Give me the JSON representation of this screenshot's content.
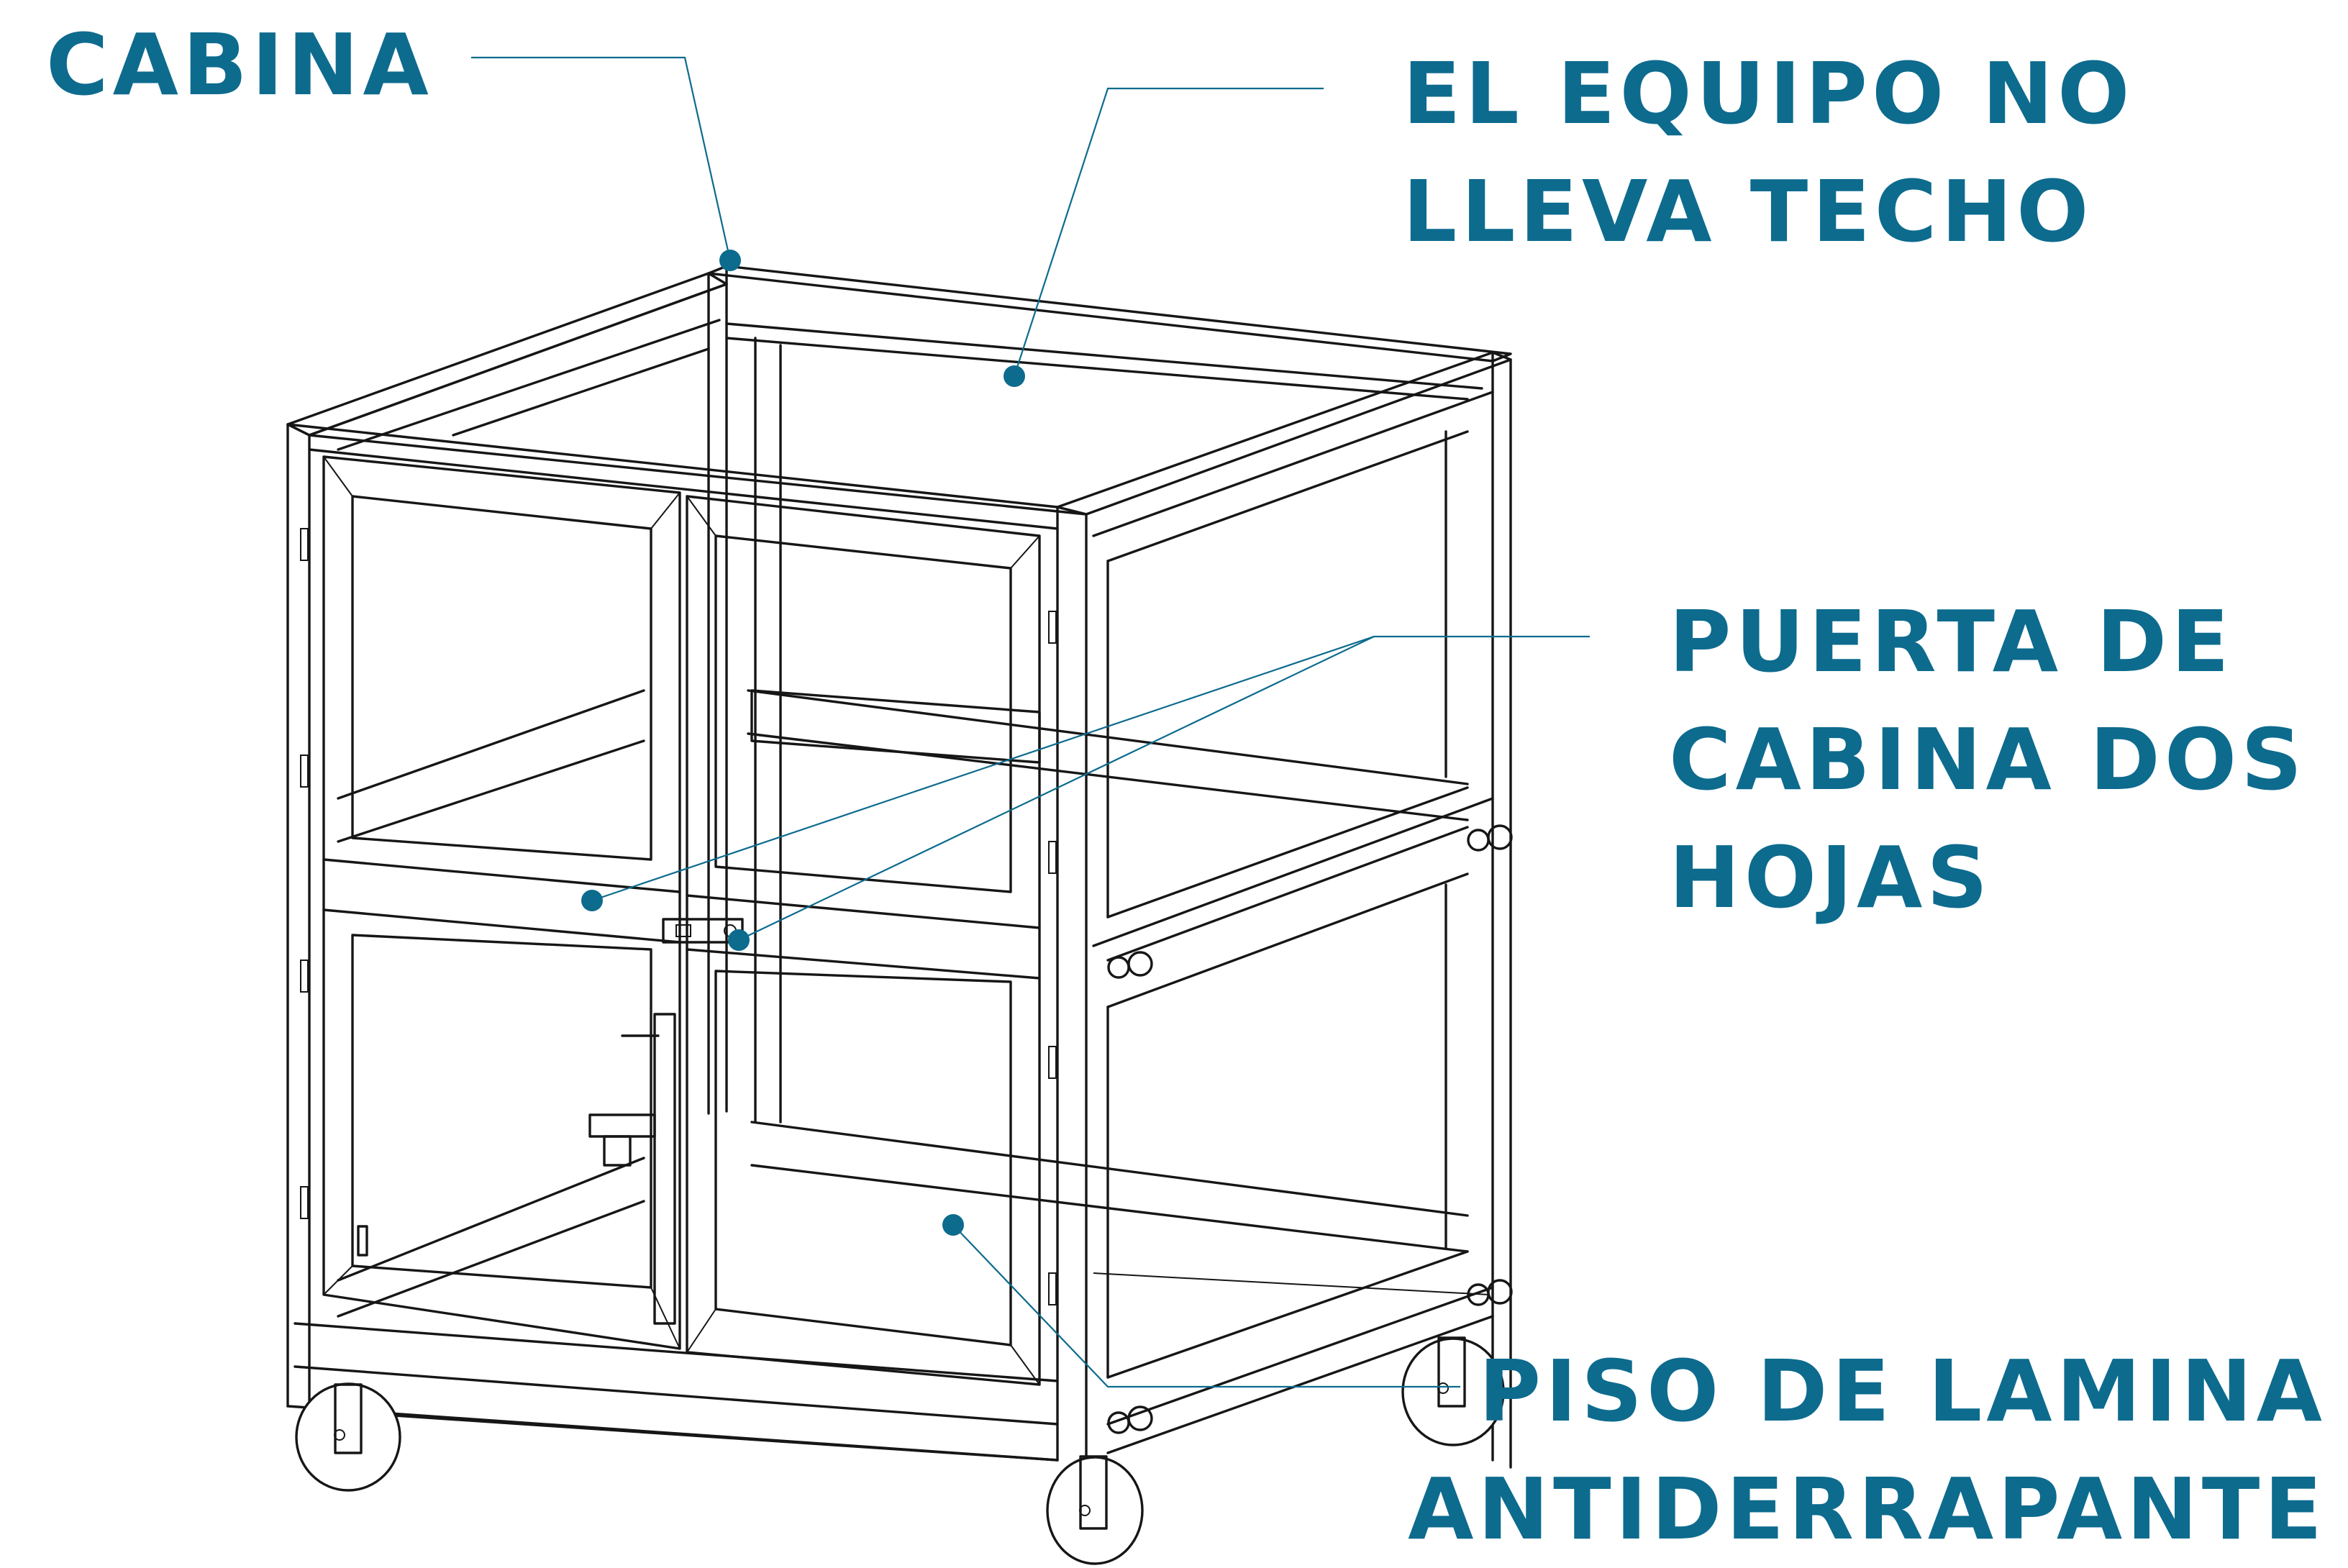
{
  "colors": {
    "accent": "#0d6b8e",
    "drawing": "#161616",
    "background": "#ffffff"
  },
  "labels": {
    "cabina": [
      "CABINA"
    ],
    "techo": [
      "EL EQUIPO NO",
      "LLEVA TECHO"
    ],
    "puerta": [
      "PUERTA DE",
      "CABINA DOS",
      "HOJAS"
    ],
    "piso": [
      "PISO DE LAMINA",
      "ANTIDERRAPANTE"
    ]
  }
}
